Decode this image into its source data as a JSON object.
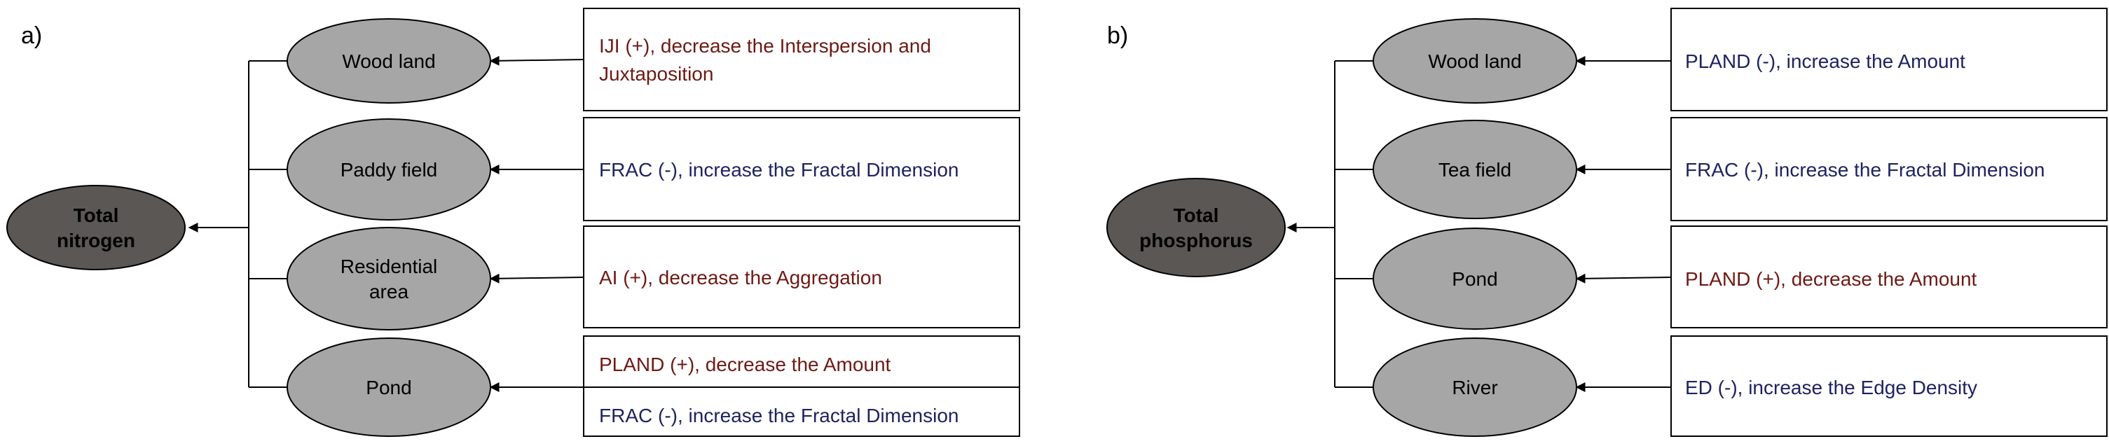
{
  "colors": {
    "root_fill": "#5a5755",
    "node_fill": "#a7a6a6",
    "stroke": "#000000",
    "red_text": "#6e1a14",
    "blue_text": "#1e2360"
  },
  "panel_a": {
    "label": "a)",
    "root": {
      "line1": "Total",
      "line2": "nitrogen"
    },
    "nodes": [
      {
        "line1": "Wood land"
      },
      {
        "line1": "Paddy field"
      },
      {
        "line1": "Residential",
        "line2": "area"
      },
      {
        "line1": "Pond"
      }
    ],
    "boxes": [
      {
        "line1": "IJI (+), decrease the  Interspersion and",
        "line2": "Juxtaposition",
        "color": "red"
      },
      {
        "line1": "FRAC (-), increase the Fractal Dimension",
        "color": "blue"
      },
      {
        "line1": "AI (+), decrease the Aggregation",
        "color": "red"
      },
      {
        "line1": "PLAND (+), decrease the Amount",
        "color": "red"
      },
      {
        "line1": "FRAC (-), increase the Fractal Dimension",
        "color": "blue"
      }
    ]
  },
  "panel_b": {
    "label": "b)",
    "root": {
      "line1": "Total",
      "line2": "phosphorus"
    },
    "nodes": [
      {
        "line1": "Wood land"
      },
      {
        "line1": "Tea field"
      },
      {
        "line1": "Pond"
      },
      {
        "line1": "River"
      }
    ],
    "boxes": [
      {
        "line1": "PLAND (-), increase the Amount",
        "color": "blue"
      },
      {
        "line1": "FRAC (-), increase the Fractal Dimension",
        "color": "blue"
      },
      {
        "line1": "PLAND (+), decrease the Amount",
        "color": "red"
      },
      {
        "line1": "ED (-), increase the Edge Density",
        "color": "blue"
      }
    ]
  }
}
